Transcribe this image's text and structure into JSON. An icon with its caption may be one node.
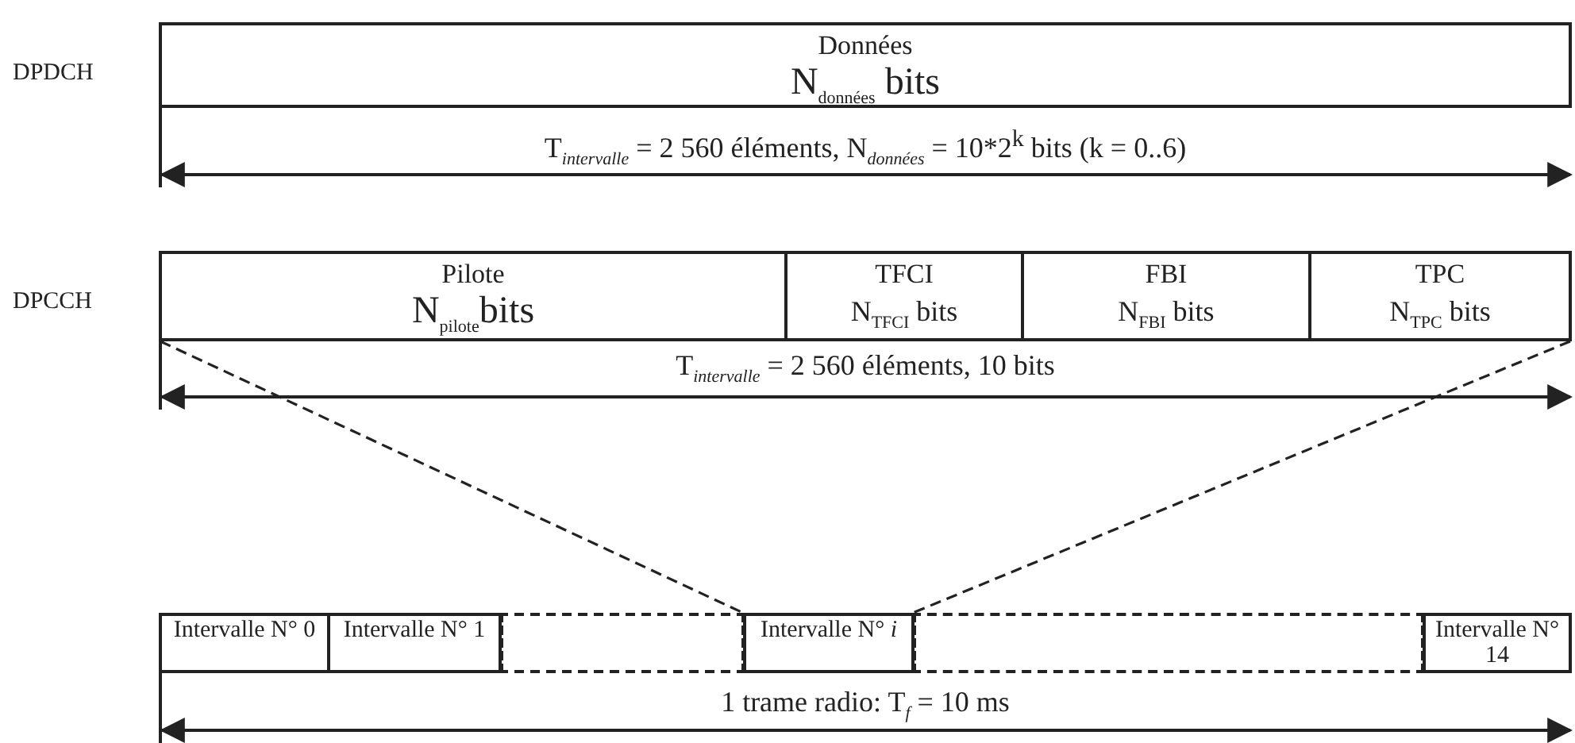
{
  "diagram": {
    "nodes": [
      {
        "text": [
          "Données",
          "N$_{données}$ bits"
        ]
      },
      {
        "text": [
          "Pilote",
          "N$_{pilote}$bits"
        ]
      },
      {
        "text": [
          "TFCI",
          "N$_{TFCI}$ bits"
        ]
      },
      {
        "text": [
          "FBI",
          "N$_{FBI}$ bits"
        ]
      },
      {
        "text": [
          "TPC",
          "N$_{TPC}$ bits"
        ]
      },
      {
        "text": [
          "Intervalle N° 0"
        ]
      },
      {
        "text": [
          "Intervalle N° 1"
        ]
      },
      {
        "text": [],
        "shape": "box"
      },
      {
        "text": [
          "Intervalle N° *i*"
        ]
      },
      {
        "text": [],
        "shape": "box"
      },
      {
        "text": [
          "Intervalle N° 14"
        ]
      }
    ],
    "edges": [
      {
        "from": 1,
        "to": 8,
        "arrow": "none",
        "style": "dashed"
      },
      {
        "from": 4,
        "to": 8,
        "arrow": "none",
        "style": "dashed"
      }
    ],
    "labels": [
      "DPDCH",
      "T$_{intervalle}$ = 2 560 éléments,   N$_{données}$ = 10*2$^{k}$ bits (k = 0..6)",
      "DPCCH",
      "T$_{intervalle}$ = 2 560 éléments, 10 bits",
      "1 trame radio: T$_{f}$ = 10 ms"
    ]
  }
}
